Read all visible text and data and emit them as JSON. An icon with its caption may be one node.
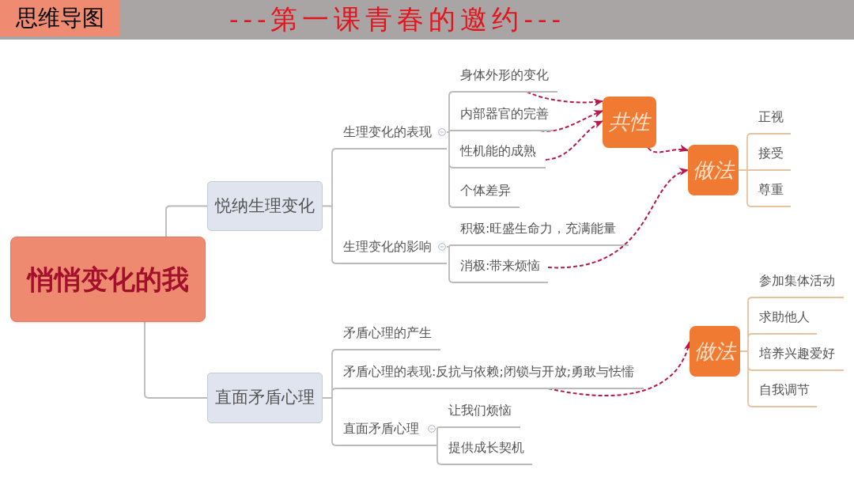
{
  "diagram": {
    "title": "---第一课青春的邀约---",
    "nodes": [
      {
        "text": [
          "思维导图"
        ]
      },
      {
        "text": [
          "悄悄变化的我"
        ]
      },
      {
        "text": [
          "悦纳生理变化"
        ]
      },
      {
        "text": [
          "生理变化的表现"
        ]
      },
      {
        "text": [
          "身体外形的变化"
        ]
      },
      {
        "text": [
          "内部器官的完善"
        ]
      },
      {
        "text": [
          "性机能的成熟"
        ]
      },
      {
        "text": [
          "个体差异"
        ]
      },
      {
        "text": [
          "生理变化的影响"
        ]
      },
      {
        "text": [
          "积极:旺盛生命力，充满能量"
        ]
      },
      {
        "text": [
          "消极:带来烦恼"
        ]
      },
      {
        "text": [
          "共性"
        ]
      },
      {
        "text": [
          "做法"
        ]
      },
      {
        "text": [
          "正视"
        ]
      },
      {
        "text": [
          "接受"
        ]
      },
      {
        "text": [
          "尊重"
        ]
      },
      {
        "text": [
          "直面矛盾心理"
        ]
      },
      {
        "text": [
          "矛盾心理的产生"
        ]
      },
      {
        "text": [
          "矛盾心理的表现:反抗与依赖;闭锁与开放;勇敢与怯懦"
        ]
      },
      {
        "text": [
          "直面矛盾心理"
        ]
      },
      {
        "text": [
          "让我们烦恼"
        ]
      },
      {
        "text": [
          "提供成长契机"
        ]
      },
      {
        "text": [
          "做法"
        ]
      },
      {
        "text": [
          "参加集体活动"
        ]
      },
      {
        "text": [
          "求助他人"
        ]
      },
      {
        "text": [
          "培养兴趣爱好"
        ]
      },
      {
        "text": [
          "自我调节"
        ]
      }
    ],
    "edges": [
      {
        "from": 1,
        "to": 2,
        "arrow": "none"
      },
      {
        "from": 1,
        "to": 16,
        "arrow": "none"
      },
      {
        "from": 2,
        "to": 3,
        "arrow": "none"
      },
      {
        "from": 2,
        "to": 8,
        "arrow": "none"
      },
      {
        "from": 3,
        "to": 4,
        "arrow": "none"
      },
      {
        "from": 3,
        "to": 5,
        "arrow": "none"
      },
      {
        "from": 3,
        "to": 6,
        "arrow": "none"
      },
      {
        "from": 3,
        "to": 7,
        "arrow": "none"
      },
      {
        "from": 8,
        "to": 9,
        "arrow": "none"
      },
      {
        "from": 8,
        "to": 10,
        "arrow": "none"
      },
      {
        "from": 4,
        "to": 11,
        "arrow": "to",
        "style": "dashed",
        "color": "#b8174a"
      },
      {
        "from": 5,
        "to": 11,
        "arrow": "to",
        "style": "dashed",
        "color": "#b8174a"
      },
      {
        "from": 6,
        "to": 11,
        "arrow": "to",
        "style": "dashed",
        "color": "#b8174a"
      },
      {
        "from": 11,
        "to": 12,
        "arrow": "to",
        "style": "dashed",
        "color": "#b8174a"
      },
      {
        "from": 10,
        "to": 12,
        "arrow": "to",
        "style": "dashed",
        "color": "#b8174a"
      },
      {
        "from": 12,
        "to": 13,
        "arrow": "none",
        "color": "#e5c3a0"
      },
      {
        "from": 12,
        "to": 14,
        "arrow": "none",
        "color": "#e5c3a0"
      },
      {
        "from": 12,
        "to": 15,
        "arrow": "none",
        "color": "#e5c3a0"
      },
      {
        "from": 16,
        "to": 17,
        "arrow": "none"
      },
      {
        "from": 16,
        "to": 18,
        "arrow": "none"
      },
      {
        "from": 16,
        "to": 19,
        "arrow": "none"
      },
      {
        "from": 19,
        "to": 20,
        "arrow": "none"
      },
      {
        "from": 19,
        "to": 21,
        "arrow": "none"
      },
      {
        "from": 18,
        "to": 22,
        "arrow": "to",
        "style": "dashed",
        "color": "#b8174a"
      },
      {
        "from": 22,
        "to": 23,
        "arrow": "none",
        "color": "#e5c3a0"
      },
      {
        "from": 22,
        "to": 24,
        "arrow": "none",
        "color": "#e5c3a0"
      },
      {
        "from": 22,
        "to": 25,
        "arrow": "none",
        "color": "#e5c3a0"
      },
      {
        "from": 22,
        "to": 26,
        "arrow": "none",
        "color": "#e5c3a0"
      }
    ]
  }
}
